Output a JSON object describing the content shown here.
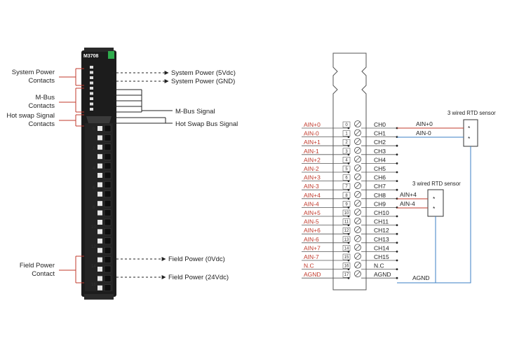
{
  "module": {
    "model": "M3708",
    "terminal_numbers": [
      "0",
      "2",
      "4",
      "6",
      "8",
      "10",
      "12",
      "14",
      "16"
    ]
  },
  "left_labels": {
    "system_power_contacts": [
      "System Power",
      "Contacts"
    ],
    "mbus_contacts": [
      "M-Bus",
      "Contacts"
    ],
    "hotswap_contacts": [
      "Hot swap Signal",
      "Contacts"
    ],
    "field_power_contact": [
      "Field Power",
      "Contact"
    ]
  },
  "right_labels": {
    "system_power_5v": "System Power (5Vdc)",
    "system_power_gnd": "System Power (GND)",
    "mbus_signal": "M-Bus Signal",
    "hotswap_bus_signal": "Hot Swap Bus Signal",
    "field_power_0v": "Field Power (0Vdc)",
    "field_power_24v": "Field Power (24Vdc)"
  },
  "wiring": {
    "inputs": [
      "AIN+0",
      "AIN-0",
      "AIN+1",
      "AIN-1",
      "AIN+2",
      "AIN-2",
      "AIN+3",
      "AIN-3",
      "AIN+4",
      "AIN-4",
      "AIN+5",
      "AIN-5",
      "AIN+6",
      "AIN-6",
      "AIN+7",
      "AIN-7",
      "N.C",
      "AGND"
    ],
    "terminals": [
      "0",
      "1",
      "2",
      "3",
      "4",
      "5",
      "6",
      "7",
      "8",
      "9",
      "10",
      "11",
      "12",
      "13",
      "14",
      "15",
      "16",
      "17"
    ],
    "channels": [
      "CH0",
      "CH1",
      "CH2",
      "CH3",
      "CH4",
      "CH5",
      "CH6",
      "CH7",
      "CH8",
      "CH9",
      "CH10",
      "CH11",
      "CH12",
      "CH13",
      "CH14",
      "CH15",
      "N.C",
      "AGND"
    ],
    "sensor1": {
      "title": "3 wired RTD sensor",
      "plus": "AIN+0",
      "minus": "AIN-0",
      "pins": [
        "*",
        "*"
      ]
    },
    "sensor2": {
      "title": "3 wired RTD sensor",
      "plus": "AIN+4",
      "minus": "AIN-4",
      "pins": [
        "*",
        "*"
      ]
    },
    "agnd_label": "AGND"
  },
  "colors": {
    "module": "#1c1c1c",
    "led_green": "#2eab4c",
    "accent_red": "#c0392b",
    "wire_blue": "#3b7fc4",
    "wire_red": "#c0392b"
  }
}
